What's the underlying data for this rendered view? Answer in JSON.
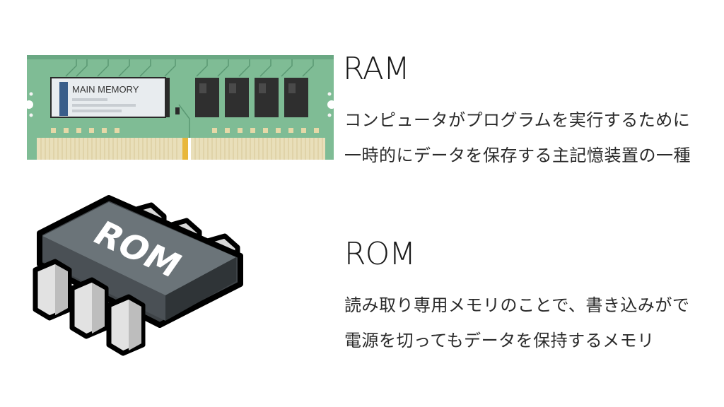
{
  "ram": {
    "title": "RAM",
    "label_on_chip": "MAIN MEMORY",
    "desc_line1": "コンピュータがプログラムを実行するために",
    "desc_line2": "一時的にデータを保存する主記憶装置の一種"
  },
  "rom": {
    "title": "ROM",
    "label_on_chip": "ROM",
    "desc_line1": "読み取り専用メモリのことで、書き込みがで",
    "desc_line2": "電源を切ってもデータを保持するメモリ"
  },
  "colors": {
    "pcb_green": "#79b590",
    "pcb_dark": "#4f8a67",
    "chip_black": "#2a2a2a",
    "contact_gold": "#e6dab0",
    "rom_body": "#5a6267",
    "rom_pin": "#d9d9d9"
  },
  "icons": [
    "ram-module-illustration",
    "rom-chip-illustration"
  ]
}
